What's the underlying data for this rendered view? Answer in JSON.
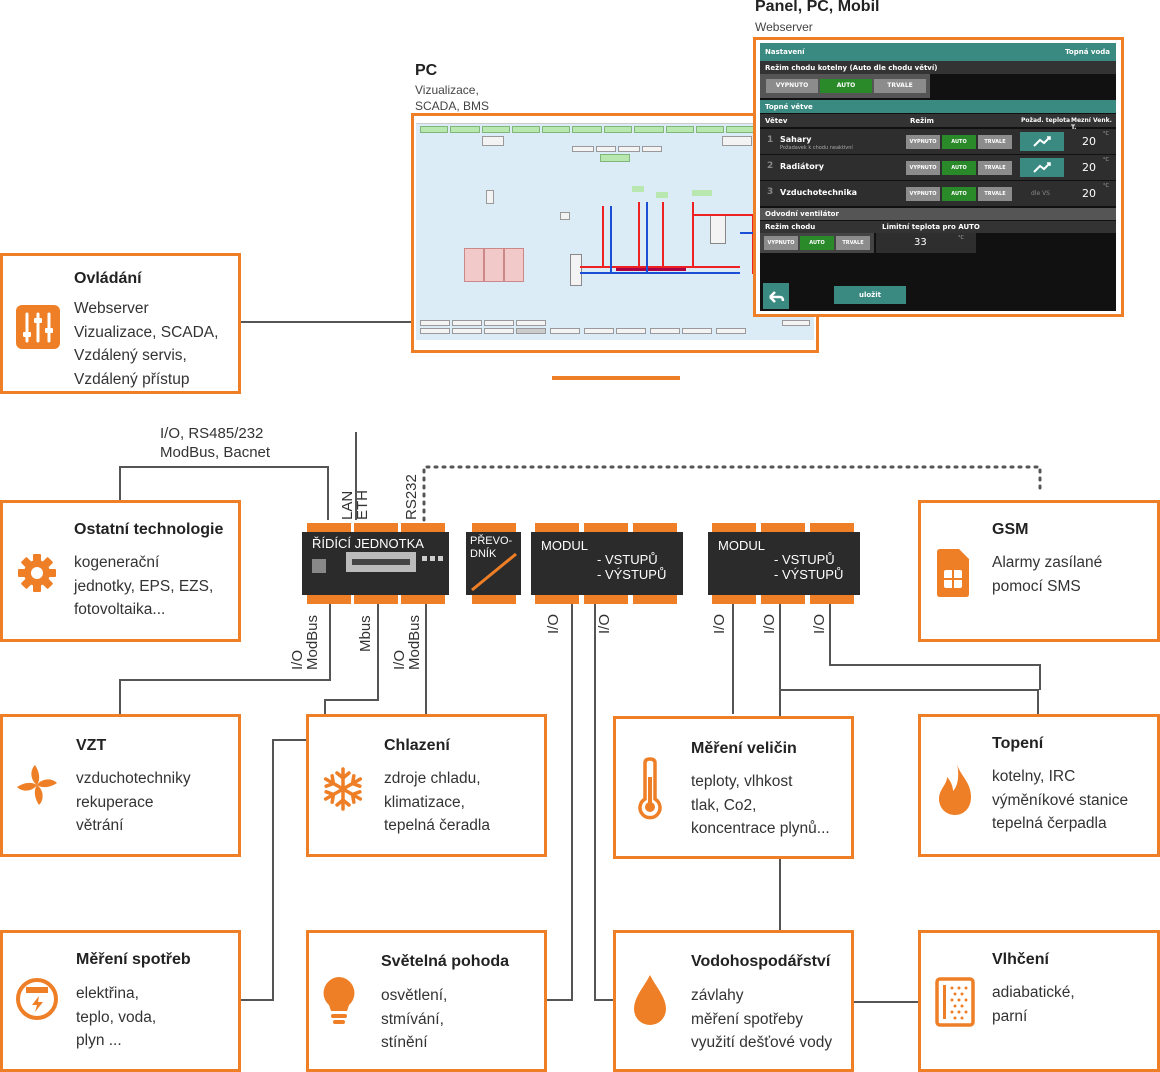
{
  "panel": {
    "title": "Panel, PC, Mobil",
    "subtitle": "Webserver"
  },
  "pc": {
    "title": "PC",
    "subtitle": "Vizualizace,\nSCADA, BMS"
  },
  "hmi": {
    "header_left": "Nastavení",
    "header_right": "Topná voda",
    "mode_title": "Režim chodu kotelny (Auto dle chodu větví)",
    "btn_off": "VYPNUTO",
    "btn_auto": "AUTO",
    "btn_on": "TRVALE",
    "section_branches": "Topné větve",
    "col_branch": "Větev",
    "col_mode": "Režim",
    "col_req_temp": "Požad. teplota",
    "col_limit_temp": "Mezní Venk. T.",
    "branches": [
      {
        "num": "1",
        "name": "Sahary",
        "note": "Požadavek k chodu neaktivní",
        "req": "",
        "limit": "20"
      },
      {
        "num": "2",
        "name": "Radiátory",
        "note": "",
        "req": "",
        "limit": "20"
      },
      {
        "num": "3",
        "name": "Vzduchotechnika",
        "note": "",
        "req": "dle VS",
        "limit": "20"
      }
    ],
    "unit": "°C",
    "section_fan": "Odvodní ventilátor",
    "fan_mode": "Režim chodu",
    "fan_limit": "Limitní teplota pro AUTO",
    "fan_value": "33",
    "save": "uložit"
  },
  "boxes": {
    "ovladani": {
      "title": "Ovládání",
      "lines": "Webserver\nVizualizace, SCADA,\nVzdálený servis,\nVzdálený přístup"
    },
    "ostatni": {
      "title": "Ostatní technologie",
      "lines": "kogenerační\njednotky, EPS, EZS,\nfotovoltaika..."
    },
    "gsm": {
      "title": "GSM",
      "lines": "Alarmy zasílané\npomocí SMS"
    },
    "vzt": {
      "title": "VZT",
      "lines": "vzduchotechniky\nrekuperace\nvětrání"
    },
    "chlazeni": {
      "title": "Chlazení",
      "lines": "zdroje chladu,\nklimatizace,\ntepelná čeradla"
    },
    "mereni_velicin": {
      "title": "Měření veličin",
      "lines": "teploty, vlhkost\ntlak, Co2,\nkoncentrace plynů..."
    },
    "topeni": {
      "title": "Topení",
      "lines": "kotelny, IRC\nvýměníkové stanice\ntepelná čerpadla"
    },
    "mereni_spotreb": {
      "title": "Měření spotřeb",
      "lines": "elektřina,\nteplo, voda,\nplyn ..."
    },
    "svetelna": {
      "title": "Světelná pohoda",
      "lines": "osvětlení,\nstmívání,\nstínění"
    },
    "vodo": {
      "title": "Vodohospodářství",
      "lines": "závlahy\nměření spotřeby\nvyužití dešťové vody"
    },
    "vlhceni": {
      "title": "Vlhčení",
      "lines": "adiabatické,\nparní"
    }
  },
  "devices": {
    "ridici": "ŘÍDÍCÍ JEDNOTKA",
    "prevodnik": "PŘEVO-\nDNÍK",
    "modul1_title": "MODUL",
    "modul1_lines": "- VSTUPŮ\n- VÝSTUPŮ",
    "modul2_title": "MODUL",
    "modul2_lines": "- VSTUPŮ\n- VÝSTUPŮ"
  },
  "labels": {
    "bus_top": "I/O, RS485/232\nModBus, Bacnet",
    "lan": "LAN\nETH",
    "rs232": "RS232",
    "io_modbus_1": "I/O\nModBus",
    "mbus": "Mbus",
    "io_modbus_2": "I/O\nModBus",
    "io": "I/O"
  },
  "colors": {
    "accent": "#ee7f26",
    "device": "#2b2b2b",
    "line": "#555555"
  }
}
